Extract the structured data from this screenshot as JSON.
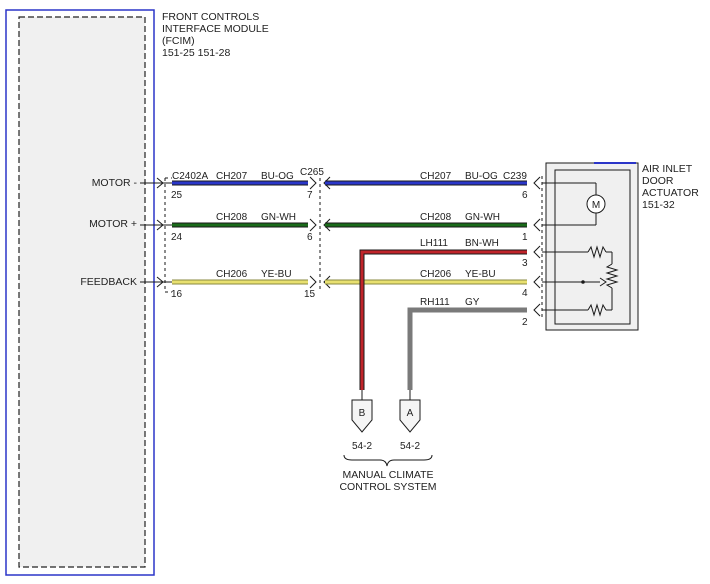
{
  "fcim": {
    "title_line1": "FRONT CONTROLS",
    "title_line2": "INTERFACE MODULE",
    "title_line3": "(FCIM)",
    "refs": "151-25  151-28",
    "pins": {
      "motor_minus_label": "MOTOR -",
      "motor_plus_label": "MOTOR +",
      "feedback_label": "FEEDBACK",
      "connector": "C2402A",
      "pin_motor_minus": "25",
      "pin_motor_plus": "24",
      "pin_feedback": "16"
    }
  },
  "inline_connector": {
    "name": "C265",
    "pin_motor_minus": "7",
    "pin_motor_plus": "6",
    "pin_feedback": "15"
  },
  "actuator": {
    "title_line1": "AIR INLET",
    "title_line2": "DOOR",
    "title_line3": "ACTUATOR",
    "ref": "151-32",
    "connector": "C239",
    "motor_symbol": "M",
    "pin_motor_minus": "6",
    "pin_motor_plus": "1",
    "pin_ref_high": "3",
    "pin_feedback": "4",
    "pin_ref_low": "2"
  },
  "wires": {
    "motor_minus": {
      "circuit": "CH207",
      "color": "BU-OG"
    },
    "motor_plus": {
      "circuit": "CH208",
      "color": "GN-WH"
    },
    "feedback": {
      "circuit": "CH206",
      "color": "YE-BU"
    },
    "ref_high": {
      "circuit": "LH111",
      "color": "BN-WH"
    },
    "ref_low": {
      "circuit": "RH111",
      "color": "GY"
    }
  },
  "system": {
    "connector_b_letter": "B",
    "connector_a_letter": "A",
    "connector_b_ref": "54-2",
    "connector_a_ref": "54-2",
    "name_line1": "MANUAL CLIMATE",
    "name_line2": "CONTROL SYSTEM"
  },
  "colors": {
    "module_border": "#2b35c8",
    "wire_blue": "#2a36c8",
    "wire_green": "#1a6b1a",
    "wire_yellow": "#e8e070",
    "wire_red": "#c0242a",
    "wire_gray": "#7a7a7a",
    "line": "#1a1a1a"
  }
}
